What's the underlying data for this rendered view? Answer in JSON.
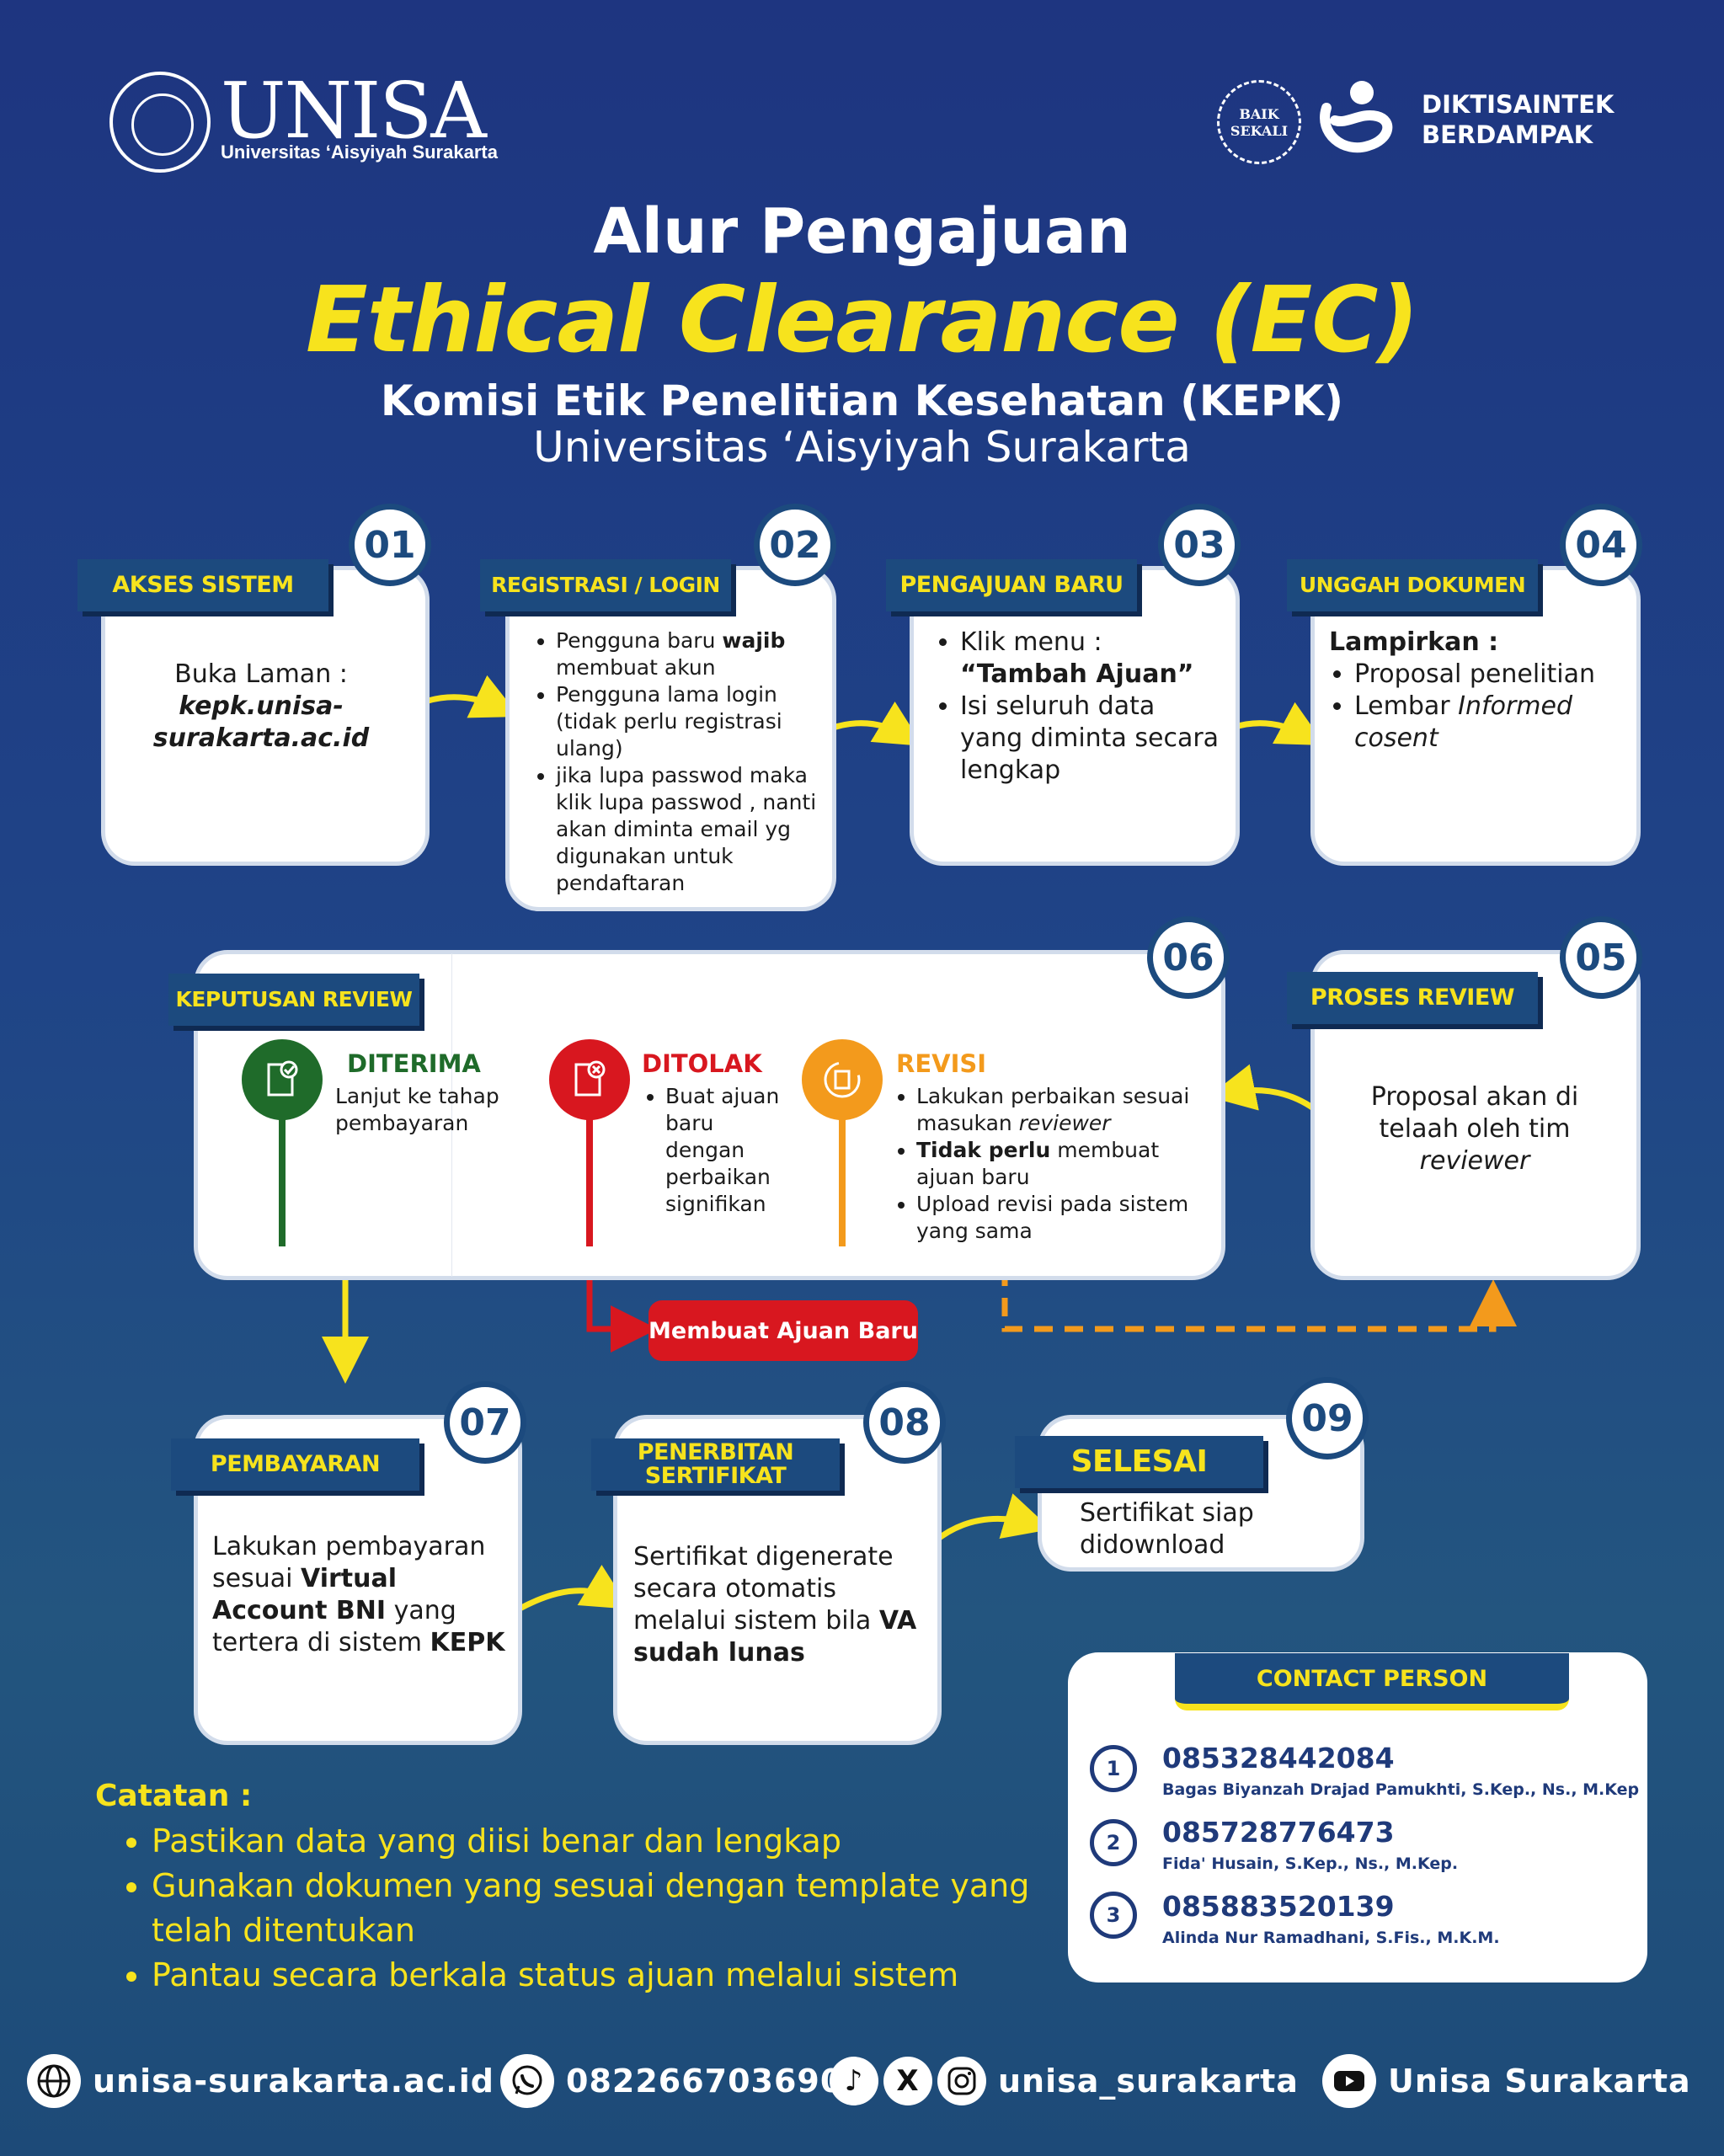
{
  "header": {
    "logo_name": "UNISA",
    "logo_sub": "Universitas ‘Aisyiyah Surakarta",
    "badge_text": "BAIK SEKALI",
    "dikti_line1": "DIKTISAINTEK",
    "dikti_line2": "BERDAMPAK"
  },
  "title": {
    "line1": "Alur Pengajuan",
    "line2": "Ethical Clearance (EC)",
    "line3": "Komisi Etik Penelitian Kesehatan (KEPK)",
    "line4": "Universitas ‘Aisyiyah Surakarta"
  },
  "steps": {
    "s01": {
      "num": "01",
      "label": "AKSES SISTEM",
      "text1": "Buka Laman :",
      "link": "kepk.unisa-surakarta.ac.id"
    },
    "s02": {
      "num": "02",
      "label": "REGISTRASI / LOGIN",
      "b1a": "Pengguna baru ",
      "b1b": "wajib",
      "b1c": " membuat akun",
      "b2": "Pengguna lama login (tidak perlu registrasi ulang)",
      "b3": "jika lupa passwod maka klik lupa passwod , nanti akan diminta email yg digunakan untuk pendaftaran"
    },
    "s03": {
      "num": "03",
      "label": "PENGAJUAN BARU",
      "b1": "Klik menu :",
      "b1bold": "“Tambah Ajuan”",
      "b2": "Isi seluruh data yang diminta secara lengkap"
    },
    "s04": {
      "num": "04",
      "label": "UNGGAH DOKUMEN",
      "lead": "Lampirkan :",
      "b1": "Proposal penelitian",
      "b2a": "Lembar ",
      "b2b": "Informed cosent"
    },
    "s05": {
      "num": "05",
      "label": "PROSES REVIEW",
      "text1": "Proposal akan di telaah oleh  tim",
      "text2": "reviewer"
    },
    "s06": {
      "num": "06",
      "label": "KEPUTUSAN REVIEW",
      "diterima_title": "DITERIMA",
      "diterima_text": "Lanjut ke tahap pembayaran",
      "ditolak_title": "DITOLAK",
      "ditolak_b1": "Buat ajuan baru dengan perbaikan signifikan",
      "revisi_title": "REVISI",
      "revisi_b1a": "Lakukan perbaikan sesuai masukan ",
      "revisi_b1b": "reviewer",
      "revisi_b2a": "Tidak perlu",
      "revisi_b2b": " membuat ajuan baru",
      "revisi_b3": "Upload revisi pada sistem yang sama",
      "new_submission": "Membuat Ajuan Baru"
    },
    "s07": {
      "num": "07",
      "label": "PEMBAYARAN",
      "t1": "Lakukan pembayaran sesuai ",
      "t2": "Virtual Account BNI",
      "t3": "  yang tertera di sistem ",
      "t4": "KEPK"
    },
    "s08": {
      "num": "08",
      "label": "PENERBITAN SERTIFIKAT",
      "t1": "Sertifikat digenerate secara otomatis melalui sistem bila ",
      "t2": "VA sudah lunas"
    },
    "s09": {
      "num": "09",
      "label": "SELESAI",
      "text": "Sertifikat siap didownload"
    }
  },
  "notes": {
    "title": "Catatan :",
    "items": [
      "Pastikan data yang diisi benar dan lengkap",
      "Gunakan dokumen yang sesuai dengan template yang telah ditentukan",
      "Pantau secara berkala status ajuan melalui sistem"
    ]
  },
  "contact": {
    "title": "CONTACT PERSON",
    "people": [
      {
        "n": "1",
        "phone": "085328442084",
        "name": "Bagas Biyanzah Drajad Pamukhti, S.Kep., Ns., M.Kep"
      },
      {
        "n": "2",
        "phone": "085728776473",
        "name": "Fida' Husain, S.Kep., Ns., M.Kep."
      },
      {
        "n": "3",
        "phone": "085883520139",
        "name": "Alinda Nur Ramadhani, S.Fis., M.K.M."
      }
    ]
  },
  "footer": {
    "website": "unisa-surakarta.ac.id",
    "whatsapp": "082266703690",
    "social": "unisa_surakarta",
    "youtube": "Unisa Surakarta"
  },
  "colors": {
    "accent_yellow": "#f7e31d",
    "navy": "#1c4a7e",
    "diterima": "#1f6b2a",
    "ditolak": "#d8171f",
    "revisi": "#f39a1c"
  }
}
